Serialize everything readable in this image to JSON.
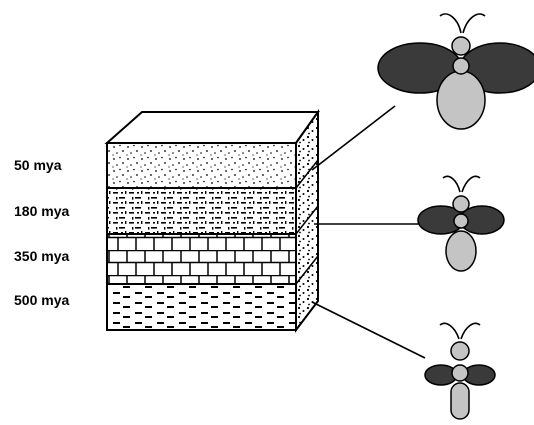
{
  "layers": [
    {
      "label": "50 mya",
      "pattern": "stipple"
    },
    {
      "label": "180 mya",
      "pattern": "dashes"
    },
    {
      "label": "350 mya",
      "pattern": "bricks"
    },
    {
      "label": "500 mya",
      "pattern": "short-lines"
    }
  ],
  "insects": [
    {
      "stage": "large-wings",
      "connects_to_layer": "50 mya"
    },
    {
      "stage": "medium-wings",
      "connects_to_layer": "180 mya"
    },
    {
      "stage": "small-wings",
      "connects_to_layer": "500 mya"
    }
  ],
  "colors": {
    "ink": "#000000",
    "wing": "#3a3a3a",
    "body": "#c4c4c4",
    "background": "#ffffff"
  }
}
